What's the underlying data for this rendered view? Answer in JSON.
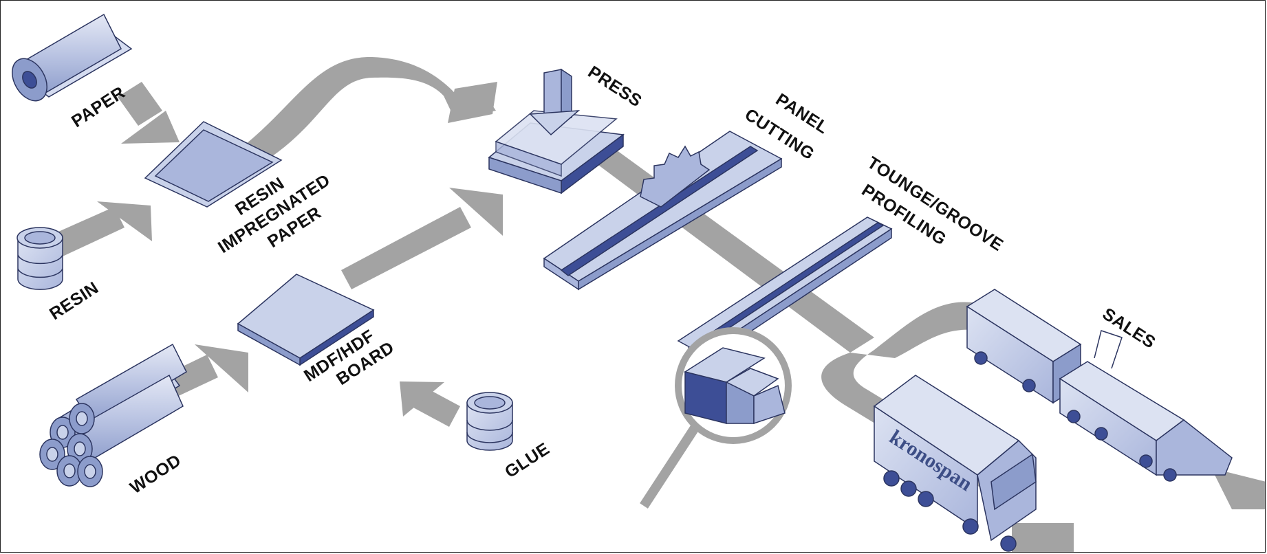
{
  "labels": {
    "paper": "PAPER",
    "resin": "RESIN",
    "resin_impregnated_line1": "RESIN",
    "resin_impregnated_line2": "IMPREGNATED",
    "resin_impregnated_line3": "PAPER",
    "wood": "WOOD",
    "mdf_line1": "MDF/HDF",
    "mdf_line2": "BOARD",
    "glue": "GLUE",
    "press": "PRESS",
    "panel_line1": "PANEL",
    "panel_line2": "CUTTING",
    "tounge_line1": "TOUNGE/GROOVE",
    "tounge_line2": "PROFILING",
    "sales": "SALES",
    "truck_brand": "kronospan"
  },
  "colors": {
    "arrow": "#a3a3a3",
    "item_fill": "#c9d2ea",
    "item_side": "#8c9ccb",
    "item_dark": "#3d4e96",
    "outline": "#2c3560"
  }
}
